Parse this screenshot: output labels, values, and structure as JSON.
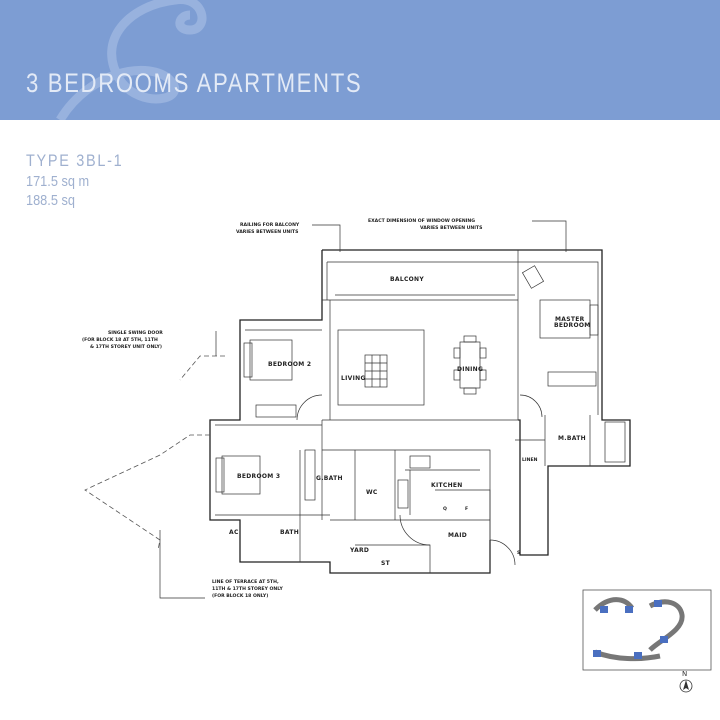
{
  "header": {
    "title": "3 BEDROOMS APARTMENTS"
  },
  "unit": {
    "type": "TYPE 3BL-1",
    "area_sqm": "171.5 sq m",
    "area_sqft": "188.5 sq"
  },
  "colors": {
    "header_bg": "#7d9dd3",
    "title_text": "#e3eaf6",
    "unit_text": "#9fb0cf",
    "keyplan_highlight": "#4a6fc0"
  },
  "plan": {
    "rooms": {
      "balcony": "BALCONY",
      "master_bedroom_1": "MASTER",
      "master_bedroom_2": "BEDROOM",
      "bedroom2": "BEDROOM 2",
      "living": "LIVING",
      "dining": "DINING",
      "m_bath": "M.BATH",
      "linen": "LINEN",
      "bedroom3": "BEDROOM 3",
      "g_bath": "G.BATH",
      "wc": "WC",
      "kitchen": "KITCHEN",
      "q": "Q",
      "f": "F",
      "maid": "MAID",
      "ac": "AC",
      "bath": "BATH",
      "yard": "YARD",
      "st": "ST",
      "s": "S"
    },
    "notes": {
      "railing_1": "RAILING FOR BALCONY",
      "railing_2": "VARIES BETWEEN UNITS",
      "window_1": "EXACT DIMENSION OF WINDOW OPENING",
      "window_2": "VARIES BETWEEN UNITS",
      "door_1": "SINGLE SWING DOOR",
      "door_2": "(FOR BLOCK 18 AT 5TH, 11TH",
      "door_3": "& 17TH STOREY UNIT ONLY)",
      "terrace_1": "LINE OF TERRACE AT 5TH,",
      "terrace_2": "11TH & 17TH STOREY ONLY",
      "terrace_3": "(FOR BLOCK 18 ONLY)"
    },
    "north": "N"
  }
}
